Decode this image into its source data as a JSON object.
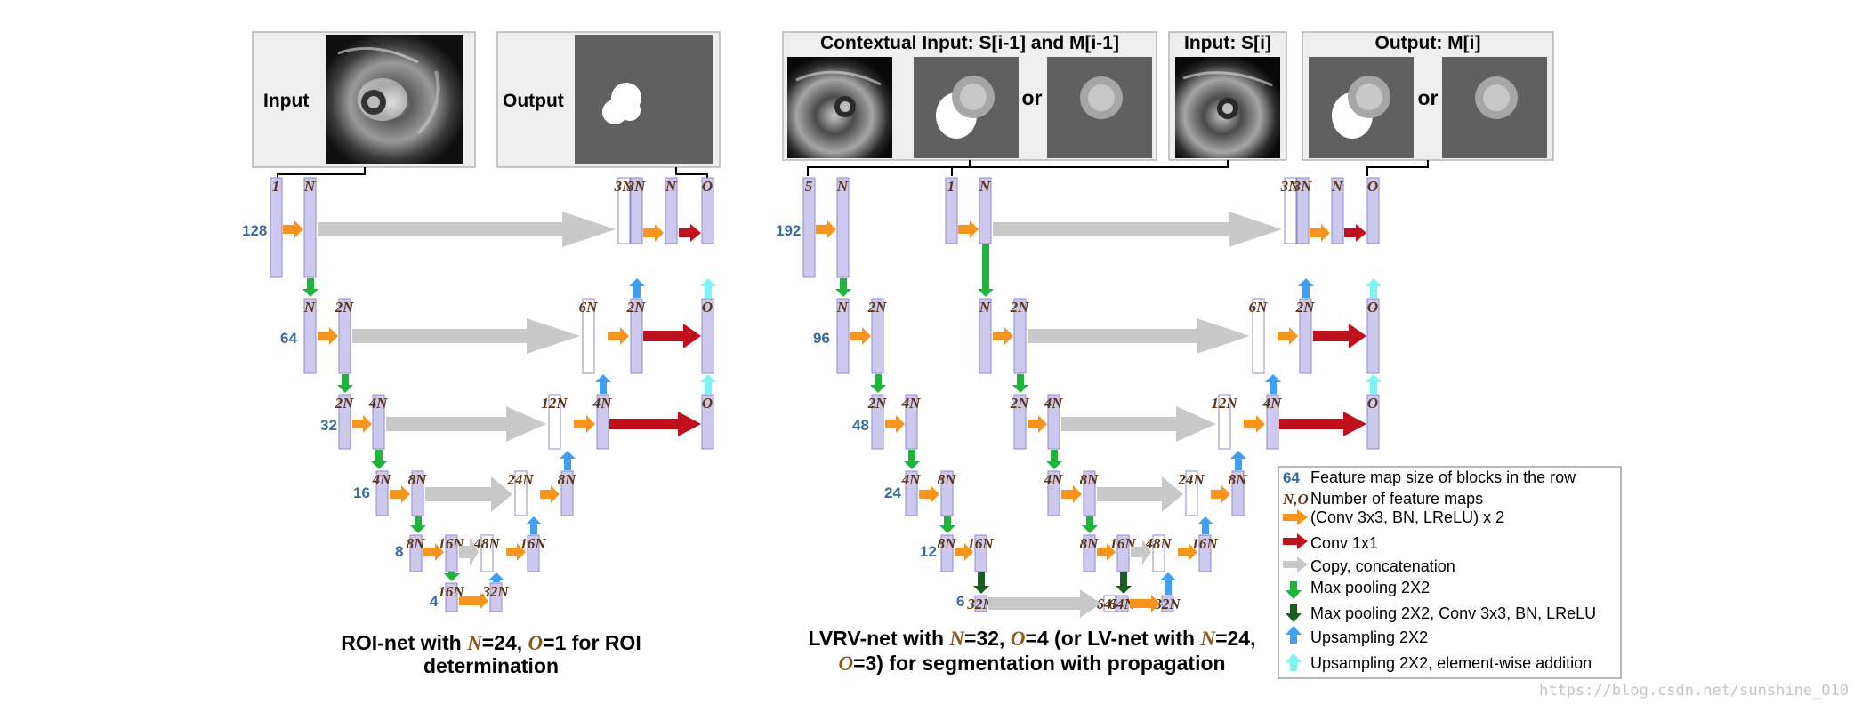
{
  "roi_panel": {
    "input_label": "Input",
    "output_label": "Output",
    "caption_line1": {
      "p1": "ROI-net with ",
      "n": "N",
      "p2": "=24, ",
      "o": "O",
      "p3": "=1 for ROI"
    },
    "caption_line2": "determination",
    "row_sizes": [
      "128",
      "64",
      "32",
      "16",
      "8",
      "4"
    ]
  },
  "lvrv_panel": {
    "contextual_title": "Contextual Input: S[i-1] and M[i-1]",
    "input_title": "Input: S[i]",
    "output_title": "Output: M[i]",
    "or_text": "or",
    "caption_line1": {
      "p1": "LVRV-net with ",
      "n": "N",
      "p2": "=32, ",
      "o": "O",
      "p3": "=4  (or LV-net with ",
      "n2": "N",
      "p4": "=24,"
    },
    "caption_line2": {
      "o": "O",
      "p1": "=3) for segmentation with propagation"
    },
    "row_sizes": [
      "192",
      "96",
      "48",
      "24",
      "12",
      "6"
    ]
  },
  "legend": {
    "items": [
      {
        "key": "64",
        "text": "Feature map size of blocks in the row"
      },
      {
        "key": "N,O",
        "text": "Number of feature maps"
      },
      {
        "key": "orange-arrow",
        "text": "(Conv 3x3, BN, LReLU) x 2"
      },
      {
        "key": "red-arrow",
        "text": "Conv 1x1"
      },
      {
        "key": "gray-arrow",
        "text": "Copy, concatenation"
      },
      {
        "key": "green-arrow",
        "text": "Max pooling 2X2"
      },
      {
        "key": "dark-green-arrow",
        "text": "Max pooling 2X2, Conv 3x3, BN, LReLU"
      },
      {
        "key": "blue-arrow",
        "text": "Upsampling 2X2"
      },
      {
        "key": "cyan-arrow",
        "text": "Upsampling 2X2, element-wise addition"
      }
    ]
  },
  "watermark": "https://blog.csdn.net/sunshine_010",
  "colors": {
    "block": "#cdc9ee",
    "block_border": "#8f8ac7",
    "orange": "#f7941d",
    "red": "#c0101e",
    "gray": "#c8c8c8",
    "green": "#1db43a",
    "dark_green": "#1a5e1f",
    "blue": "#3fa0f2",
    "cyan": "#7ff2f2",
    "row_size_text": "#3b6aa0",
    "label_text": "#5a3417"
  },
  "roi_net": {
    "blocks": [
      {
        "label": "1"
      },
      {
        "label": "N"
      },
      {
        "label": "3N"
      },
      {
        "label": "N"
      },
      {
        "label": "O"
      },
      {
        "label": "N"
      },
      {
        "label": "2N"
      },
      {
        "label": "6N"
      },
      {
        "label": "2N"
      },
      {
        "label": "O"
      },
      {
        "label": "2N"
      },
      {
        "label": "4N"
      },
      {
        "label": "12N"
      },
      {
        "label": "4N"
      },
      {
        "label": "O"
      },
      {
        "label": "4N"
      },
      {
        "label": "8N"
      },
      {
        "label": "24N"
      },
      {
        "label": "8N"
      },
      {
        "label": "8N"
      },
      {
        "label": "16N"
      },
      {
        "label": "48N"
      },
      {
        "label": "16N"
      },
      {
        "label": "16N"
      },
      {
        "label": "32N"
      }
    ]
  },
  "lvrv_net": {
    "blocks": [
      {
        "label": "5"
      },
      {
        "label": "N"
      },
      {
        "label": "N"
      },
      {
        "label": "2N"
      },
      {
        "label": "2N"
      },
      {
        "label": "4N"
      },
      {
        "label": "4N"
      },
      {
        "label": "8N"
      },
      {
        "label": "8N"
      },
      {
        "label": "16N"
      },
      {
        "label": "1"
      },
      {
        "label": "N"
      },
      {
        "label": "N"
      },
      {
        "label": "2N"
      },
      {
        "label": "2N"
      },
      {
        "label": "4N"
      },
      {
        "label": "4N"
      },
      {
        "label": "8N"
      },
      {
        "label": "8N"
      },
      {
        "label": "16N"
      },
      {
        "label": "32N"
      },
      {
        "label": "64N"
      },
      {
        "label": "32N"
      },
      {
        "label": "48N"
      },
      {
        "label": "16N"
      },
      {
        "label": "24N"
      },
      {
        "label": "8N"
      },
      {
        "label": "12N"
      },
      {
        "label": "4N"
      },
      {
        "label": "O"
      },
      {
        "label": "6N"
      },
      {
        "label": "2N"
      },
      {
        "label": "O"
      },
      {
        "label": "3N"
      },
      {
        "label": "N"
      },
      {
        "label": "O"
      }
    ]
  }
}
